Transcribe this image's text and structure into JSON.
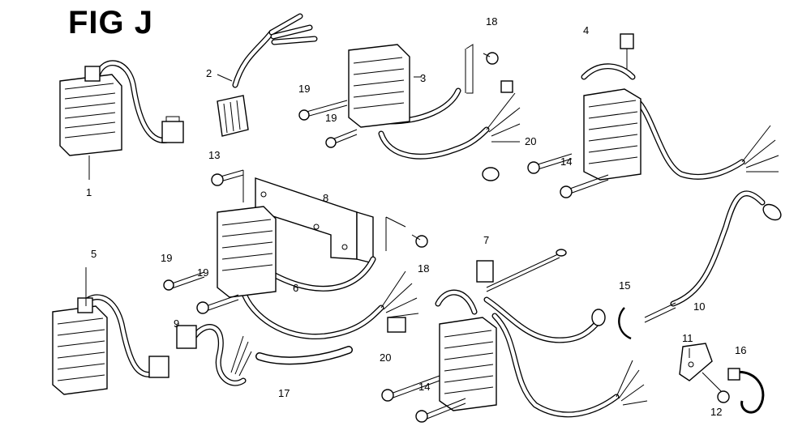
{
  "figure": {
    "title": "FIG J",
    "callouts": [
      "1",
      "2",
      "3",
      "4",
      "5",
      "6",
      "7",
      "8",
      "9",
      "10",
      "11",
      "12",
      "13",
      "14",
      "14",
      "15",
      "16",
      "17",
      "18",
      "18",
      "19",
      "19",
      "19",
      "19",
      "20",
      "20"
    ]
  },
  "colors": {
    "ink": "#000000",
    "paper": "#ffffff"
  }
}
